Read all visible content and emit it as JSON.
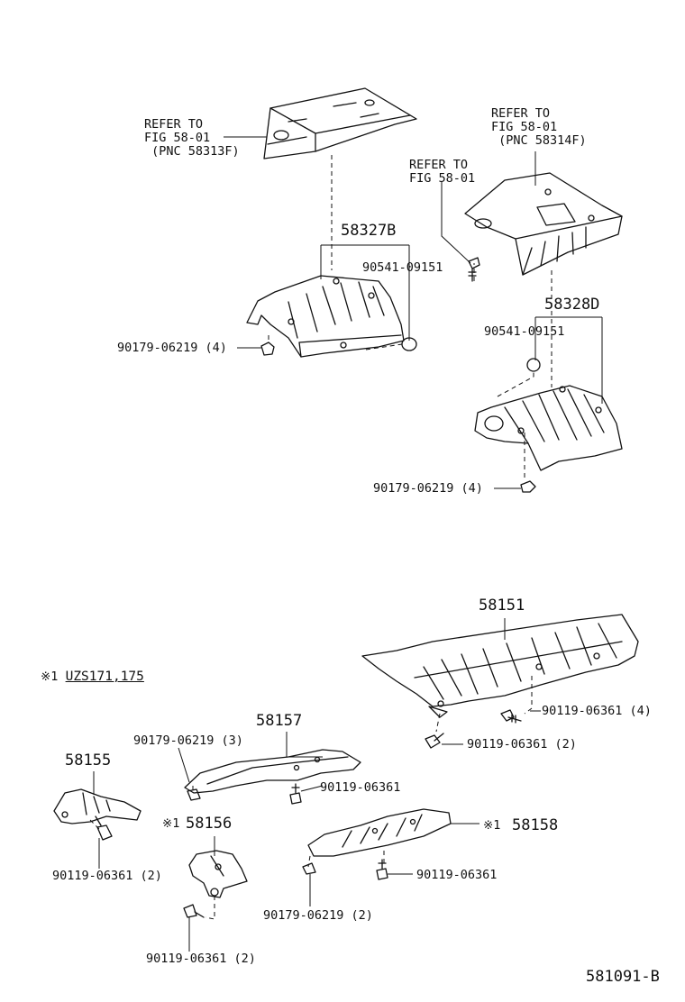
{
  "diagram_id": "581091-B",
  "refs": {
    "left": [
      "REFER TO",
      "FIG 58-01",
      " (PNC 58313F)"
    ],
    "right": [
      "REFER TO",
      "FIG 58-01",
      " (PNC 58314F)"
    ],
    "mid": [
      "REFER TO",
      "FIG 58-01"
    ]
  },
  "model_note": {
    "mark": "※1",
    "text": "UZS171,175"
  },
  "mark": "※1",
  "parts": {
    "p58327B": "58327B",
    "p58328D": "58328D",
    "p58151": "58151",
    "p58157": "58157",
    "p58155": "58155",
    "p58156": "58156",
    "p58158": "58158"
  },
  "fasteners": {
    "nut_a": "90541-09151",
    "nut_b": "90541-09151",
    "bolt_a": "90179-06219 (4)",
    "bolt_b": "90179-06219 (4)",
    "bolt_c": "90179-06219 (3)",
    "bolt_d": "90179-06219 (2)",
    "screw_a": "90119-06361 (4)",
    "screw_b": "90119-06361 (2)",
    "screw_c": "90119-06361",
    "screw_d": "90119-06361 (2)",
    "screw_e": "90119-06361",
    "screw_f": "90119-06361 (2)"
  },
  "colors": {
    "ink": "#111111",
    "paper": "#ffffff"
  }
}
